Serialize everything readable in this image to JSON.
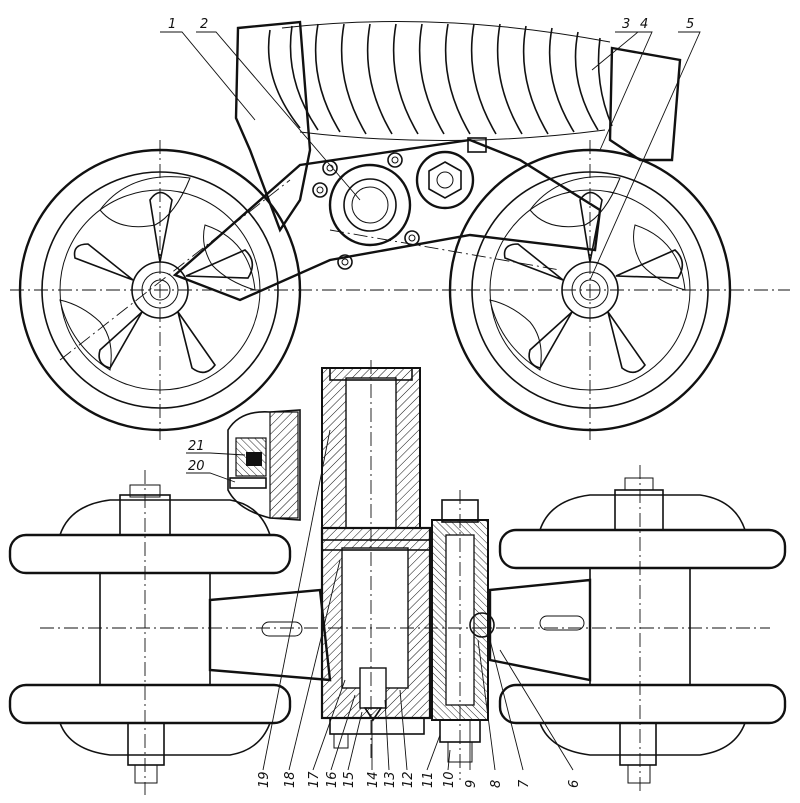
{
  "callouts": {
    "top": [
      "1",
      "2",
      "3",
      "4",
      "5"
    ],
    "detail": [
      "21",
      "20"
    ],
    "bottom": [
      "19",
      "18",
      "17",
      "16",
      "15",
      "14",
      "13",
      "12",
      "11",
      "10",
      "9",
      "8",
      "7",
      "6"
    ]
  }
}
